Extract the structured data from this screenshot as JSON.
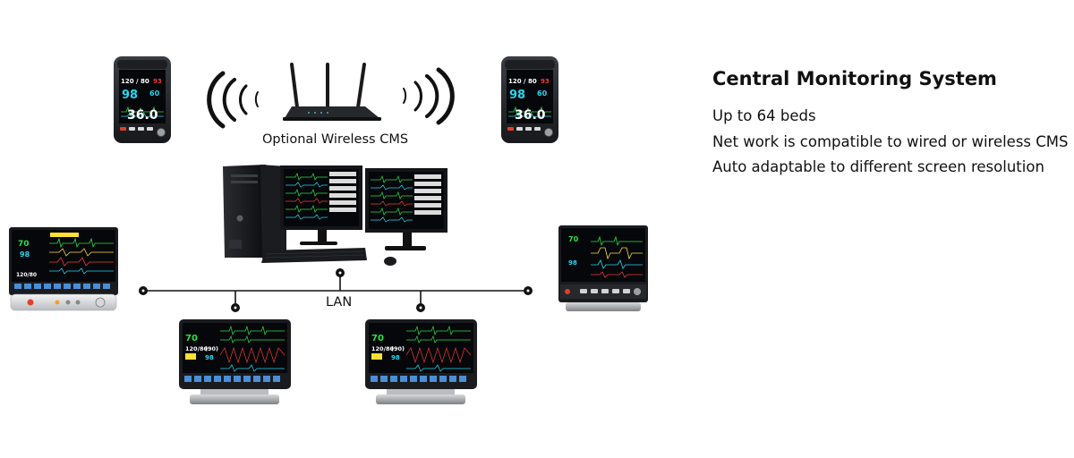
{
  "title": "Central Monitoring System",
  "features": [
    "Up to 64 beds",
    "Net work is compatible to wired or wireless CMS",
    "Auto adaptable to different screen resolution"
  ],
  "wireless_label": "Optional Wireless CMS",
  "network_label": "LAN",
  "handheld_readings": {
    "bp": "120 / 80",
    "bp_side": "93",
    "spo2": "98",
    "pulse": "60",
    "temp": "36.0"
  },
  "bedside_readings": {
    "hr": "70",
    "bp": "120/80",
    "bp_mean": "(90)",
    "spo2": "98"
  },
  "colors": {
    "screen": "#05070a",
    "hr": "#2be04a",
    "spo2": "#27d6f0",
    "bp": "#f23a3a",
    "temp": "#ffffff",
    "resp": "#ffe033"
  }
}
